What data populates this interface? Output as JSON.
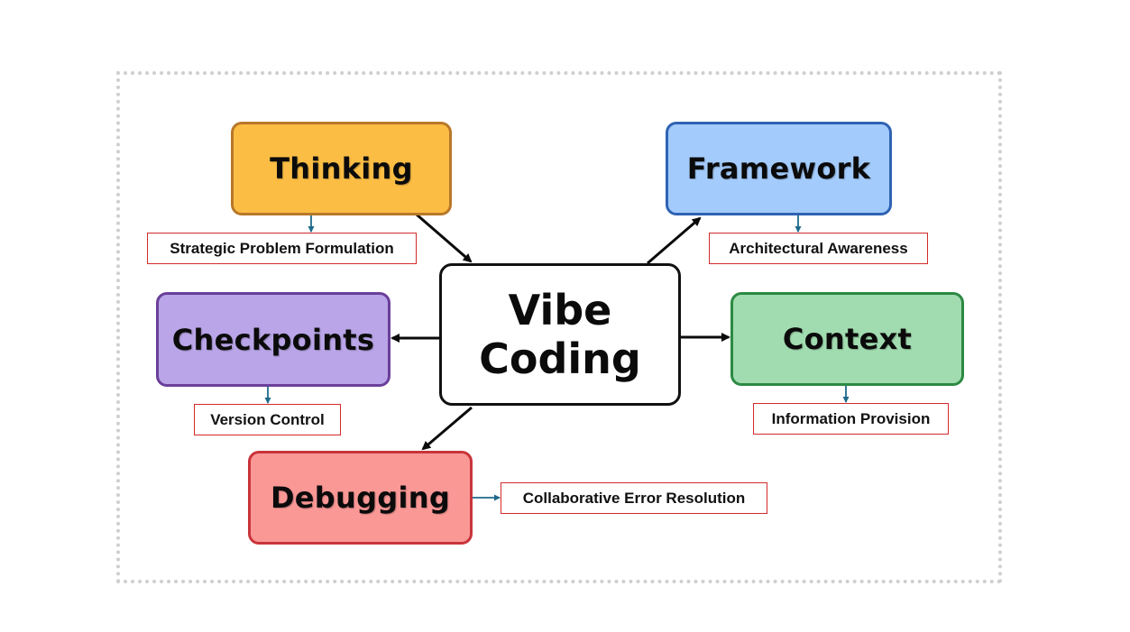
{
  "center": {
    "line1": "Vibe",
    "line2": "Coding"
  },
  "nodes": {
    "thinking": {
      "title": "Thinking",
      "description": "Strategic Problem Formulation",
      "fill": "#fbbd44",
      "border": "#b8782a"
    },
    "framework": {
      "title": "Framework",
      "description": "Architectural Awareness",
      "fill": "#a3cbfb",
      "border": "#2f63b3"
    },
    "checkpoints": {
      "title": "Checkpoints",
      "description": "Version Control",
      "fill": "#b9a5e7",
      "border": "#6a3f9a"
    },
    "context": {
      "title": "Context",
      "description": "Information Provision",
      "fill": "#a1dcb0",
      "border": "#2c8a43"
    },
    "debugging": {
      "title": "Debugging",
      "description": "Collaborative Error Resolution",
      "fill": "#fa9896",
      "border": "#c9343a"
    }
  },
  "colors": {
    "arrow": "#0b0b0b",
    "label_arrow": "#1f6a8a",
    "label_border": "#d42a2a"
  }
}
